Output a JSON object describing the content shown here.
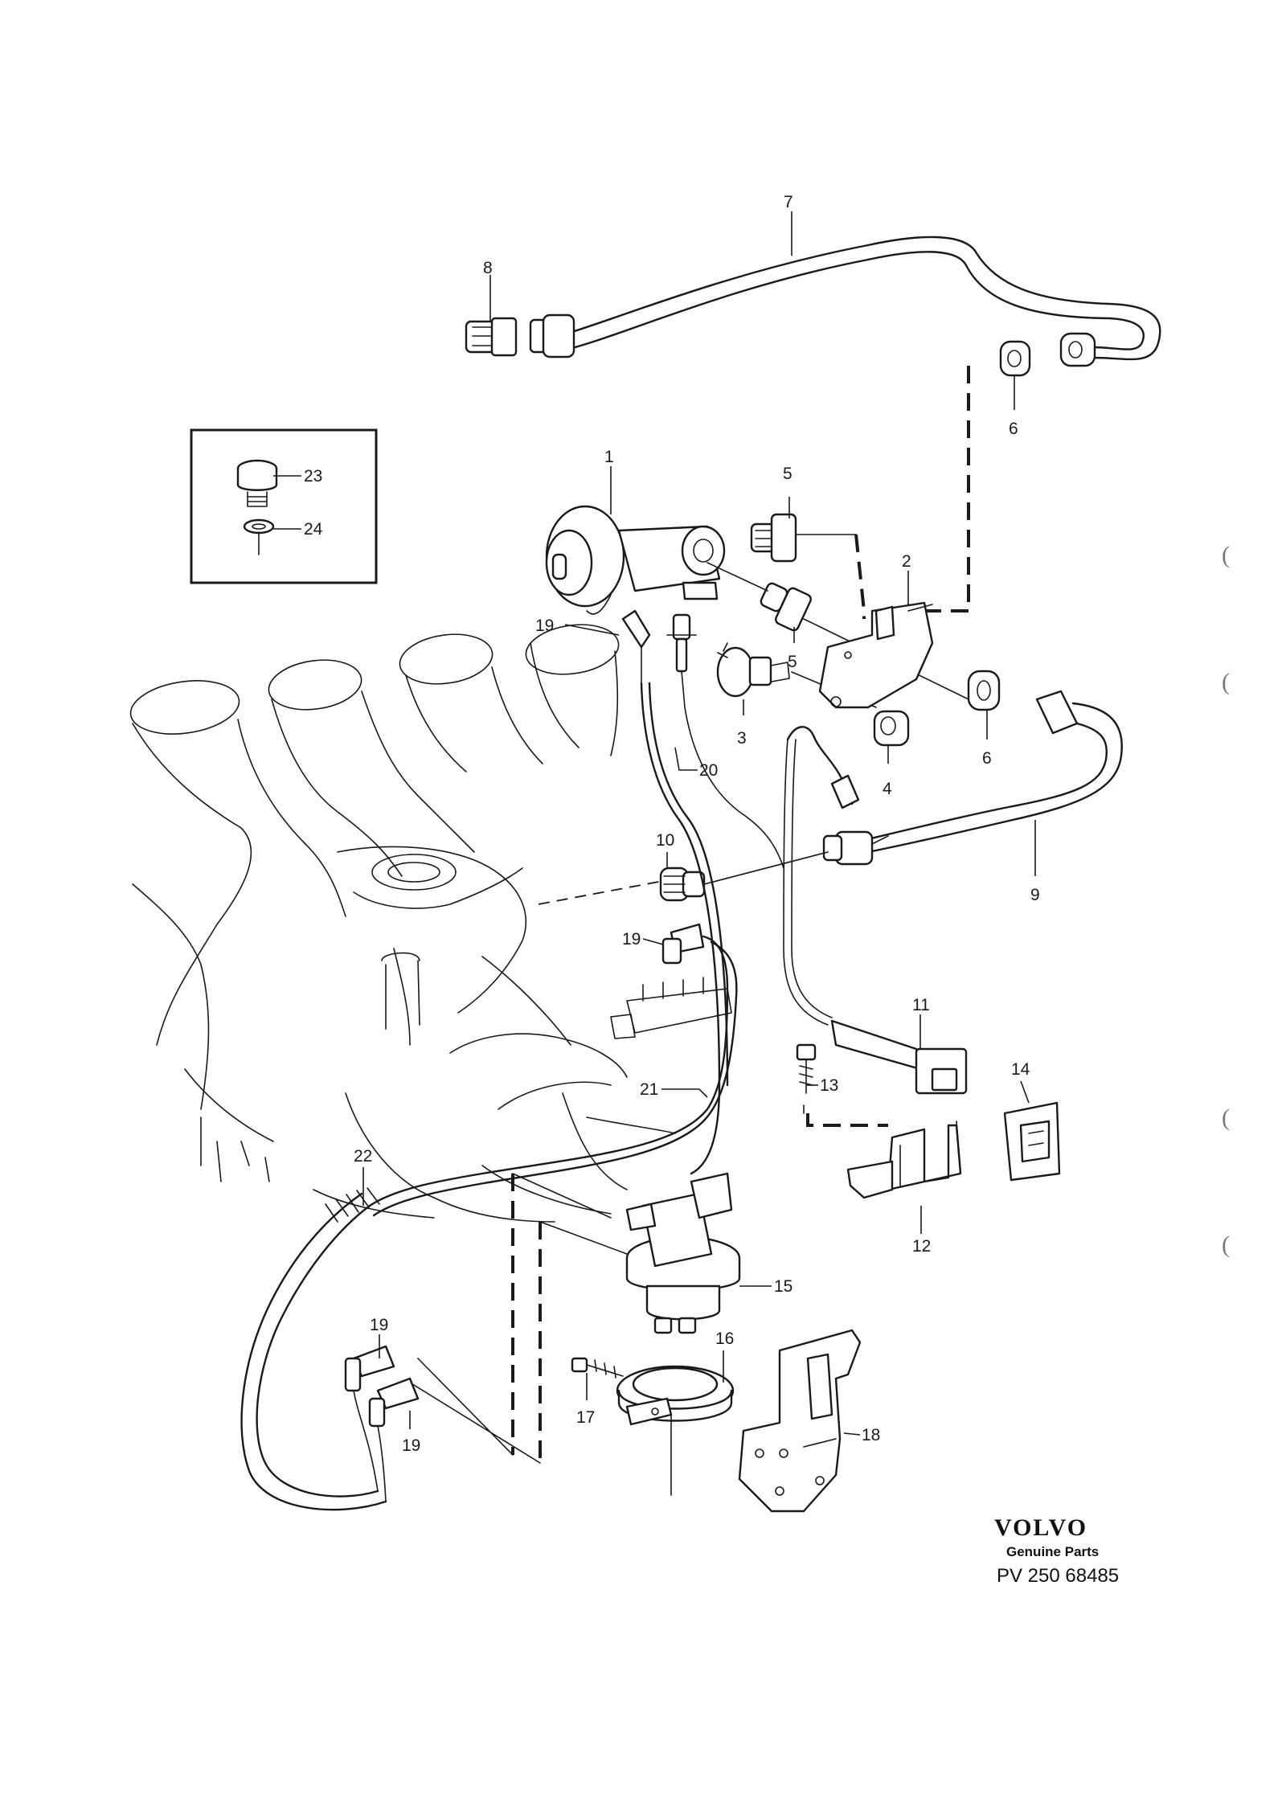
{
  "callouts": {
    "c1": "1",
    "c2": "2",
    "c3": "3",
    "c4": "4",
    "c5a": "5",
    "c5b": "5",
    "c6a": "6",
    "c6b": "6",
    "c7": "7",
    "c8": "8",
    "c9": "9",
    "c10": "10",
    "c11": "11",
    "c12": "12",
    "c13": "13",
    "c14": "14",
    "c15": "15",
    "c16": "16",
    "c17": "17",
    "c18": "18",
    "c19a": "19",
    "c19b": "19",
    "c19c": "19",
    "c19d": "19",
    "c20": "20",
    "c21": "21",
    "c22": "22",
    "c23": "23",
    "c24": "24"
  },
  "brand": {
    "logo": "VOLVO",
    "subtitle": "Genuine Parts",
    "code": "PV 250 68485"
  },
  "margin_marks": [
    "(",
    "(",
    "(",
    "("
  ]
}
